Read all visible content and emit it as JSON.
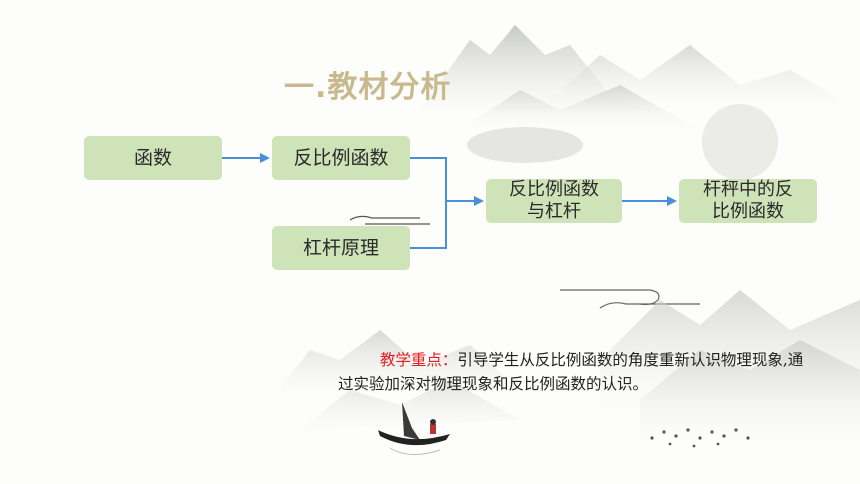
{
  "title": "一.教材分析",
  "boxes": {
    "function": "函数",
    "inverse": "反比例函数",
    "lever": "杠杆原理",
    "combo_line1": "反比例函数",
    "combo_line2": "与杠杆",
    "steelyard_line1": "杆秤中的反",
    "steelyard_line2": "比例函数"
  },
  "note": {
    "keyword": "教学重点：",
    "text": "引导学生从反比例函数的角度重新认识物理现象,通过实验加深对物理现象和反比例函数的认识。"
  },
  "colors": {
    "box_fill": "#cfe3b9",
    "arrow": "#4a90d9",
    "title": "#c9b98e",
    "keyword": "#e02020"
  }
}
